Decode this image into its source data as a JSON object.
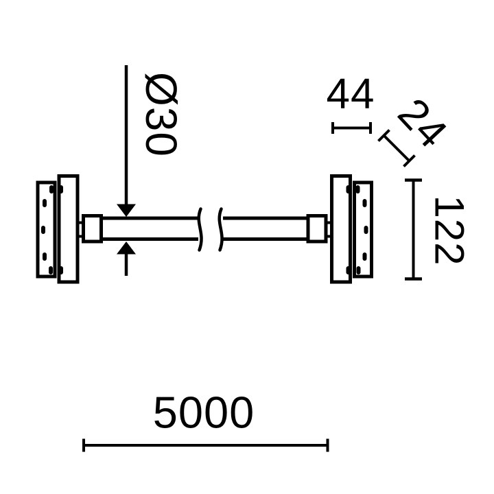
{
  "drawing": {
    "colors": {
      "line": "#000000",
      "background": "#ffffff"
    },
    "dimensions": {
      "rod_diameter": "Ø30",
      "bracket_width": "44",
      "bracket_depth": "24",
      "bracket_height": "122",
      "overall_length": "5000"
    }
  }
}
